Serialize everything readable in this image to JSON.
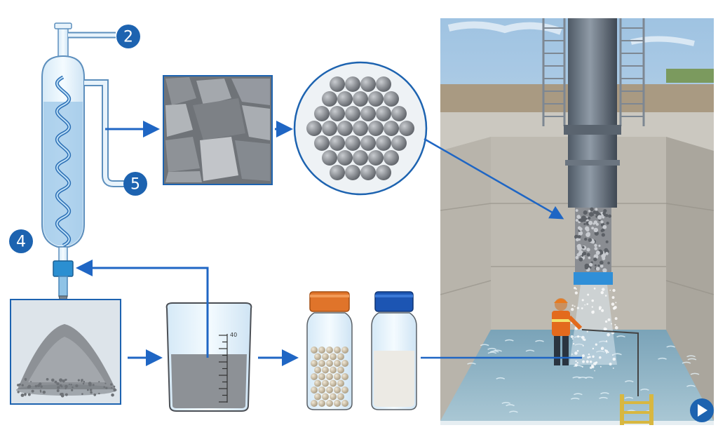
{
  "callouts": [
    {
      "id": "2",
      "label": "2"
    },
    {
      "id": "5",
      "label": "5"
    },
    {
      "id": "4",
      "label": "4"
    }
  ],
  "beaker": {
    "scale_top_label": "40"
  },
  "colors": {
    "accent_blue": "#1d63b0",
    "arrow_blue": "#1f66c4",
    "cap_orange": "#e0742a",
    "cap_blue": "#1c55b3",
    "concrete": "#c9c6bd",
    "water": "#8ab3c8",
    "sky": "#cfe1ef"
  },
  "icons": {
    "play": "play-icon"
  }
}
